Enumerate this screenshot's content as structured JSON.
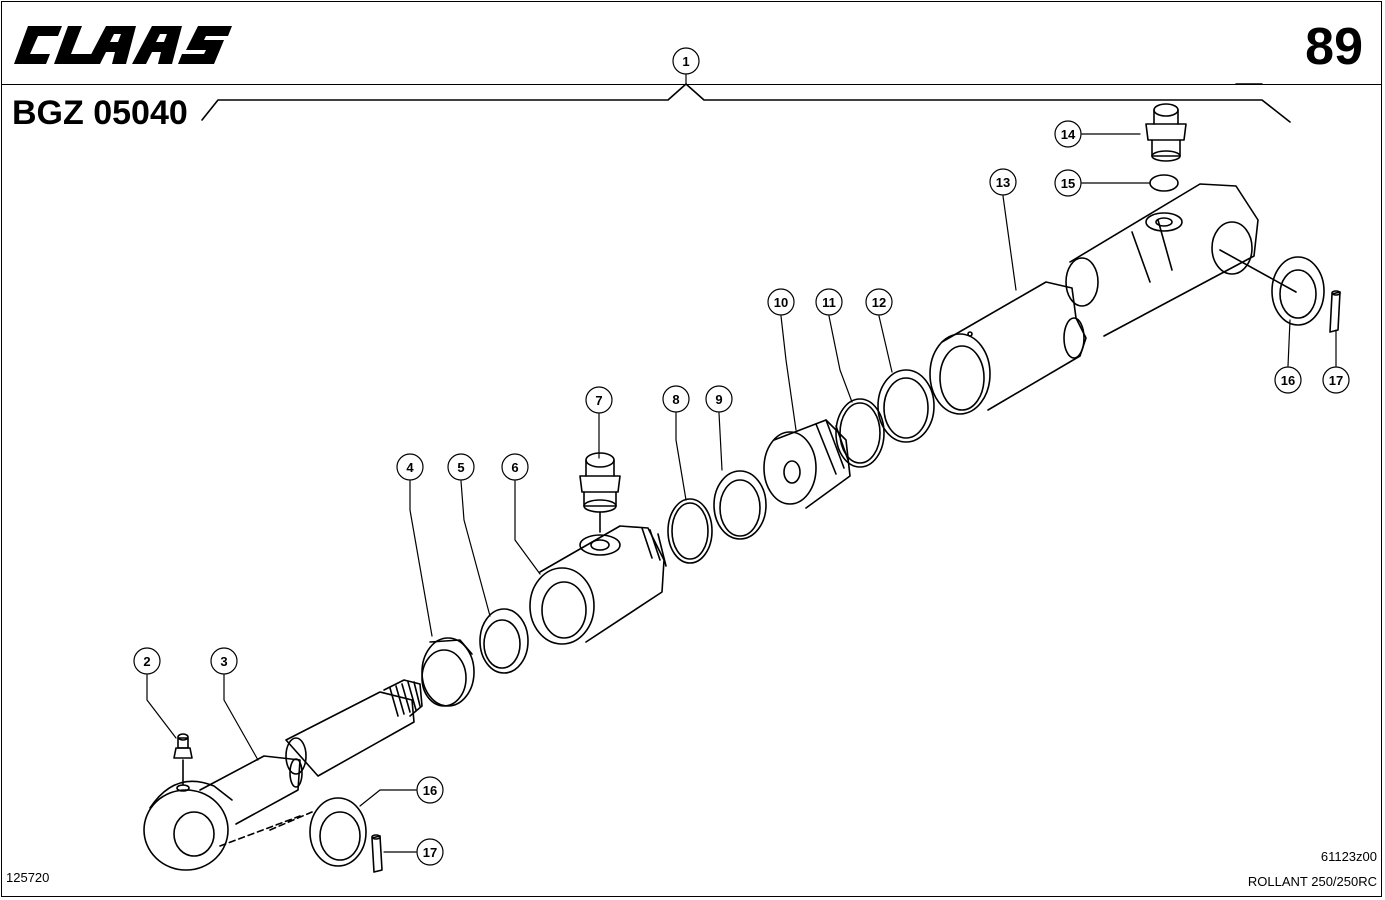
{
  "header": {
    "brand": "CLAAS",
    "page_number": "89",
    "group_code": "BGZ 05040"
  },
  "footer": {
    "left_ref": "125720",
    "drawing_ref": "61123z00",
    "model": "ROLLANT 250/250RC"
  },
  "callouts": [
    {
      "id": "c1",
      "label": "1"
    },
    {
      "id": "c2",
      "label": "2"
    },
    {
      "id": "c3",
      "label": "3"
    },
    {
      "id": "c4",
      "label": "4"
    },
    {
      "id": "c5",
      "label": "5"
    },
    {
      "id": "c6",
      "label": "6"
    },
    {
      "id": "c7",
      "label": "7"
    },
    {
      "id": "c8",
      "label": "8"
    },
    {
      "id": "c9",
      "label": "9"
    },
    {
      "id": "c10",
      "label": "10"
    },
    {
      "id": "c11",
      "label": "11"
    },
    {
      "id": "c12",
      "label": "12"
    },
    {
      "id": "c13",
      "label": "13"
    },
    {
      "id": "c14",
      "label": "14"
    },
    {
      "id": "c15",
      "label": "15"
    },
    {
      "id": "c16a",
      "label": "16"
    },
    {
      "id": "c17a",
      "label": "17"
    },
    {
      "id": "c16b",
      "label": "16"
    },
    {
      "id": "c17b",
      "label": "17"
    }
  ]
}
